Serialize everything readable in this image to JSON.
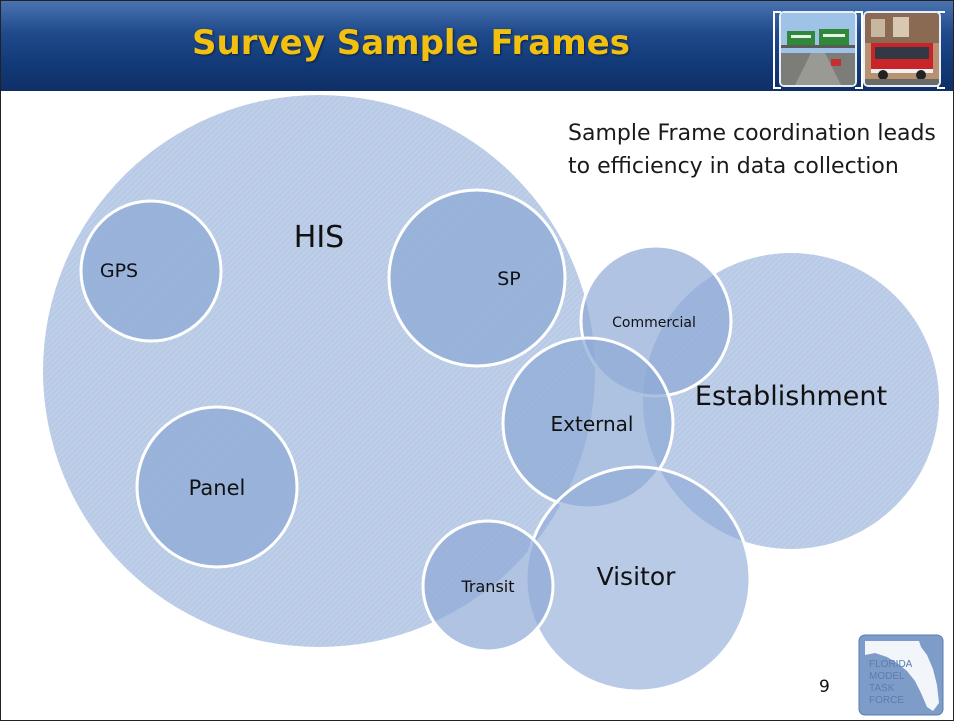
{
  "slide": {
    "title": "Survey Sample Frames",
    "note": "Sample Frame coordination leads to efficiency in data collection",
    "page_number": "9"
  },
  "diagram": {
    "circles": [
      {
        "key": "his",
        "label": "HIS"
      },
      {
        "key": "gps",
        "label": "GPS"
      },
      {
        "key": "sp",
        "label": "SP"
      },
      {
        "key": "panel",
        "label": "Panel"
      },
      {
        "key": "establishment",
        "label": "Establishment"
      },
      {
        "key": "commercial",
        "label": "Commercial"
      },
      {
        "key": "external",
        "label": "External"
      },
      {
        "key": "visitor",
        "label": "Visitor"
      },
      {
        "key": "transit",
        "label": "Transit"
      }
    ],
    "fill_color": "#8eaad6",
    "stroke_color": "#ffffff"
  },
  "logo": {
    "text": "FLORIDA MODEL TASK FORCE"
  },
  "colors": {
    "header": "#123a78",
    "title": "#f2c00f"
  },
  "icons": {
    "left_photo": "highway-photo-icon",
    "right_photo": "bus-photo-icon"
  }
}
